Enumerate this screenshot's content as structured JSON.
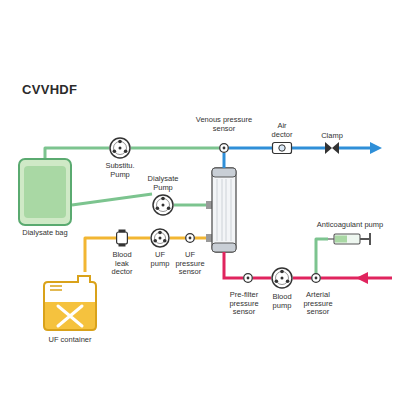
{
  "diagram": {
    "title": "CVVHDF",
    "nodes": [
      {
        "text": [
          "Venous pressure sensor"
        ]
      },
      {
        "text": [
          "Air dector"
        ]
      },
      {
        "text": [
          "Clamp"
        ]
      },
      {
        "text": [
          "Substitu. Pump"
        ]
      },
      {
        "text": [
          "Dialysate Pump"
        ]
      },
      {
        "text": [
          "Dialysate bag"
        ]
      },
      {
        "text": [
          "Anticoagulant pump"
        ]
      },
      {
        "text": [
          "Blood leak dector"
        ]
      },
      {
        "text": [
          "UF pump"
        ]
      },
      {
        "text": [
          "UF pressure sensor"
        ]
      },
      {
        "text": [
          "UF container"
        ]
      },
      {
        "text": [
          "Pre-filter pressure sensor"
        ]
      },
      {
        "text": [
          "Blood pump"
        ]
      },
      {
        "text": [
          "Arterial pressure sensor"
        ]
      }
    ],
    "edges": [
      {
        "from": 5,
        "to": 3,
        "arrow": "none"
      },
      {
        "from": 5,
        "to": 4,
        "arrow": "none"
      },
      {
        "from": 3,
        "to": 0,
        "arrow": "none"
      },
      {
        "from": 0,
        "to": 1,
        "arrow": "none"
      },
      {
        "from": 1,
        "to": 2,
        "arrow": "none"
      },
      {
        "from": 9,
        "to": 8,
        "arrow": "none"
      },
      {
        "from": 8,
        "to": 7,
        "arrow": "none"
      },
      {
        "from": 7,
        "to": 10,
        "arrow": "none"
      },
      {
        "from": 6,
        "to": 13,
        "arrow": "none"
      },
      {
        "from": 13,
        "to": 12,
        "arrow": "none"
      },
      {
        "from": 12,
        "to": 11,
        "arrow": "none"
      }
    ]
  }
}
